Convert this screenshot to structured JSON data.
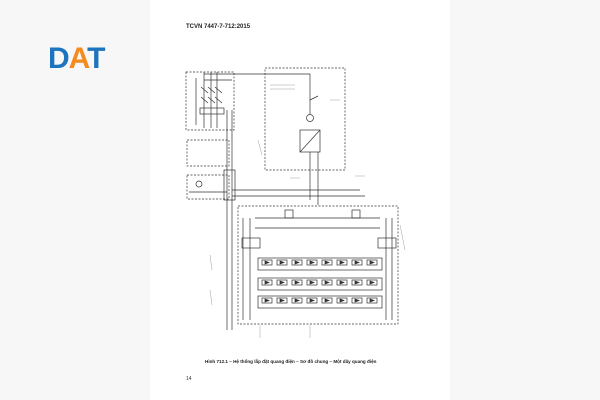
{
  "logo": {
    "text_pre": "D",
    "text_accent": "A",
    "text_post": "T",
    "primary_color": "#1e73be",
    "accent_color": "#f58a1f"
  },
  "document": {
    "header": "TCVN 7447-7-712:2015",
    "caption": "Hình 712.1 – Hệ thống lắp đặt quang điện – Sơ đồ chung – Một dãy quang điện",
    "page_number": "14"
  },
  "diagram": {
    "line_color": "#333333",
    "dash_color": "#555555",
    "module_rows": 3,
    "modules_per_row": 8
  }
}
